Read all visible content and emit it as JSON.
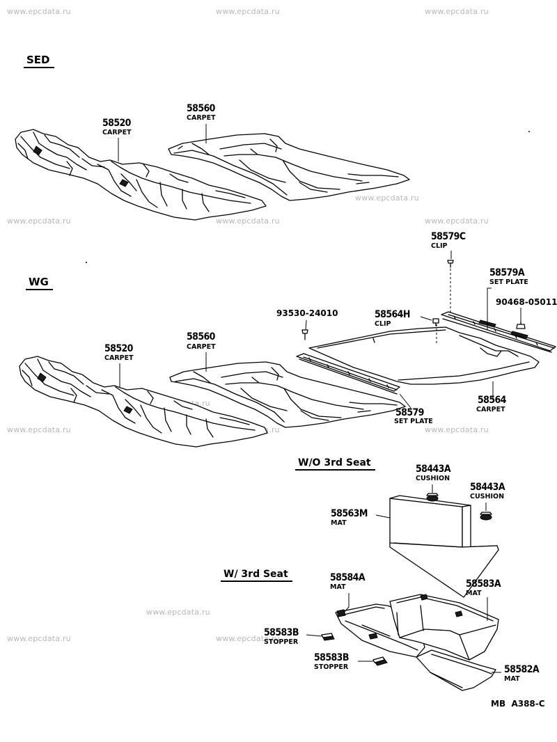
{
  "watermark": "www.epcdata.ru",
  "sections": {
    "sed": "SED",
    "wg": "WG",
    "wo_3rd_seat": "W/O 3rd Seat",
    "w_3rd_seat": "W/ 3rd Seat"
  },
  "callouts": {
    "sed_58560": {
      "part": "58560",
      "name": "CARPET"
    },
    "sed_58520": {
      "part": "58520",
      "name": "CARPET"
    },
    "wg_58579c": {
      "part": "58579C",
      "name": "CLIP"
    },
    "wg_58579a": {
      "part": "58579A",
      "name": "SET PLATE"
    },
    "wg_90468": {
      "part": "90468-05011"
    },
    "wg_93530": {
      "part": "93530-24010"
    },
    "wg_58564h": {
      "part": "58564H",
      "name": "CLIP"
    },
    "wg_58520": {
      "part": "58520",
      "name": "CARPET"
    },
    "wg_58560": {
      "part": "58560",
      "name": "CARPET"
    },
    "wg_58564": {
      "part": "58564",
      "name": "CARPET"
    },
    "wg_58579": {
      "part": "58579",
      "name": "SET PLATE"
    },
    "wo_58443a_1": {
      "part": "58443A",
      "name": "CUSHION"
    },
    "wo_58443a_2": {
      "part": "58443A",
      "name": "CUSHION"
    },
    "wo_58563m": {
      "part": "58563M",
      "name": "MAT"
    },
    "w_58584a": {
      "part": "58584A",
      "name": "MAT"
    },
    "w_58583a": {
      "part": "58583A",
      "name": "MAT"
    },
    "w_58583b_1": {
      "part": "58583B",
      "name": "STOPPER"
    },
    "w_58583b_2": {
      "part": "58583B",
      "name": "STOPPER"
    },
    "w_58582a": {
      "part": "58582A",
      "name": "MAT"
    }
  },
  "diagram_code": "MB  A388-C"
}
